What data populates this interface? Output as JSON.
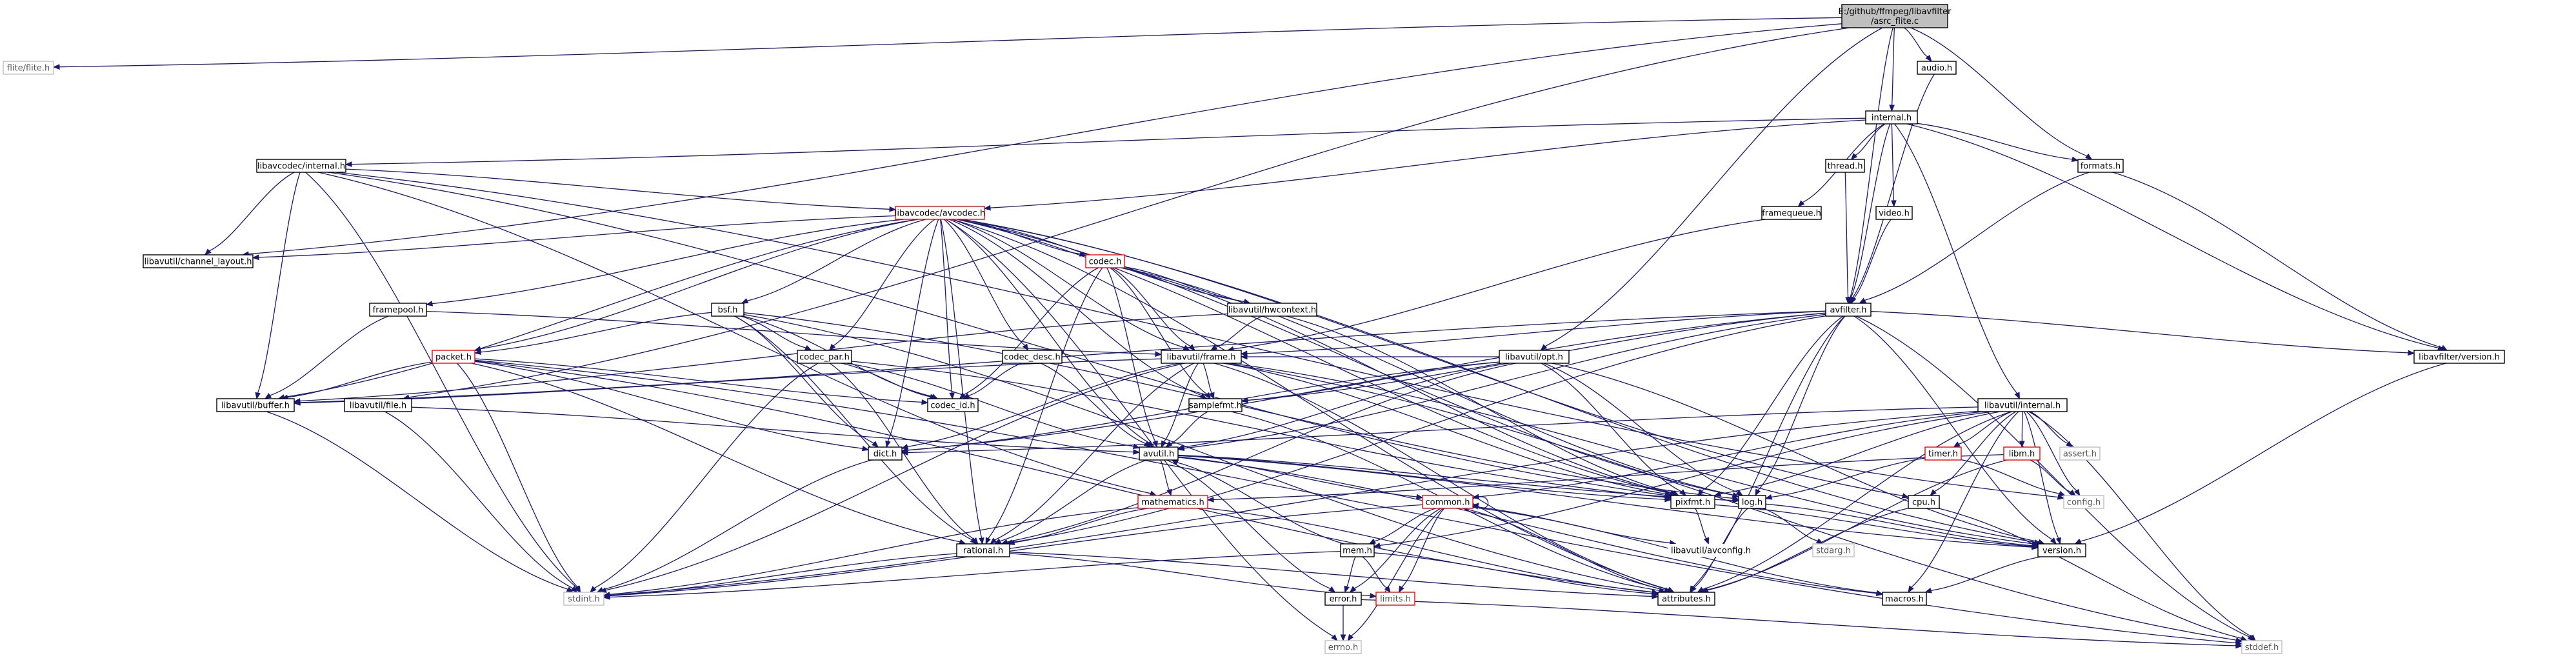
{
  "diagram": {
    "type": "include-dependency-graph",
    "colors": {
      "edge": "#191970",
      "node_border": "#000000",
      "node_border_truncated": "#ff0000",
      "node_border_external": "#bfbfbf",
      "root_fill": "#bfbfbf",
      "node_fill": "#ffffff",
      "label_text": "#000000",
      "external_text": "#555555"
    },
    "nodes": [
      {
        "id": "root",
        "label": "E:/github/ffmpeg/libavfilter\n/asrc_flite.c",
        "style": "root"
      },
      {
        "id": "flite",
        "label": "flite/flite.h",
        "style": "external"
      },
      {
        "id": "audio",
        "label": "audio.h",
        "style": "normal"
      },
      {
        "id": "internal",
        "label": "internal.h",
        "style": "normal"
      },
      {
        "id": "lc_internal",
        "label": "libavcodec/internal.h",
        "style": "normal"
      },
      {
        "id": "formats",
        "label": "formats.h",
        "style": "normal"
      },
      {
        "id": "thread",
        "label": "thread.h",
        "style": "normal"
      },
      {
        "id": "avcodec",
        "label": "libavcodec/avcodec.h",
        "style": "truncated"
      },
      {
        "id": "framequeue",
        "label": "framequeue.h",
        "style": "normal"
      },
      {
        "id": "video",
        "label": "video.h",
        "style": "normal"
      },
      {
        "id": "chlayout",
        "label": "libavutil/channel_layout.h",
        "style": "normal"
      },
      {
        "id": "codec",
        "label": "codec.h",
        "style": "truncated"
      },
      {
        "id": "framepool",
        "label": "framepool.h",
        "style": "normal"
      },
      {
        "id": "bsf",
        "label": "bsf.h",
        "style": "normal"
      },
      {
        "id": "hwcontext",
        "label": "libavutil/hwcontext.h",
        "style": "normal"
      },
      {
        "id": "avfilter",
        "label": "avfilter.h",
        "style": "normal"
      },
      {
        "id": "packet",
        "label": "packet.h",
        "style": "truncated"
      },
      {
        "id": "codec_par",
        "label": "codec_par.h",
        "style": "normal"
      },
      {
        "id": "codec_desc",
        "label": "codec_desc.h",
        "style": "normal"
      },
      {
        "id": "frame",
        "label": "libavutil/frame.h",
        "style": "normal"
      },
      {
        "id": "opt",
        "label": "libavutil/opt.h",
        "style": "normal"
      },
      {
        "id": "lavfi_version",
        "label": "libavfilter/version.h",
        "style": "normal"
      },
      {
        "id": "buffer",
        "label": "libavutil/buffer.h",
        "style": "normal"
      },
      {
        "id": "file",
        "label": "libavutil/file.h",
        "style": "normal"
      },
      {
        "id": "codec_id",
        "label": "codec_id.h",
        "style": "normal"
      },
      {
        "id": "samplefmt",
        "label": "samplefmt.h",
        "style": "normal"
      },
      {
        "id": "lu_internal",
        "label": "libavutil/internal.h",
        "style": "normal"
      },
      {
        "id": "dict",
        "label": "dict.h",
        "style": "normal"
      },
      {
        "id": "avutil",
        "label": "avutil.h",
        "style": "normal"
      },
      {
        "id": "timer",
        "label": "timer.h",
        "style": "truncated"
      },
      {
        "id": "libm",
        "label": "libm.h",
        "style": "truncated"
      },
      {
        "id": "assert",
        "label": "assert.h",
        "style": "external"
      },
      {
        "id": "config",
        "label": "config.h",
        "style": "external"
      },
      {
        "id": "mathematics",
        "label": "mathematics.h",
        "style": "truncated"
      },
      {
        "id": "common",
        "label": "common.h",
        "style": "truncated"
      },
      {
        "id": "pixfmt",
        "label": "pixfmt.h",
        "style": "normal"
      },
      {
        "id": "log",
        "label": "log.h",
        "style": "normal"
      },
      {
        "id": "cpu",
        "label": "cpu.h",
        "style": "normal"
      },
      {
        "id": "rational",
        "label": "rational.h",
        "style": "normal"
      },
      {
        "id": "mem",
        "label": "mem.h",
        "style": "normal"
      },
      {
        "id": "avconfig",
        "label": "libavutil/avconfig.h",
        "style": "plain"
      },
      {
        "id": "stdarg",
        "label": "stdarg.h",
        "style": "external"
      },
      {
        "id": "lu_version",
        "label": "version.h",
        "style": "normal"
      },
      {
        "id": "stdint",
        "label": "stdint.h",
        "style": "external"
      },
      {
        "id": "error",
        "label": "error.h",
        "style": "normal"
      },
      {
        "id": "limits",
        "label": "limits.h",
        "style": "external_red"
      },
      {
        "id": "attributes",
        "label": "attributes.h",
        "style": "normal"
      },
      {
        "id": "macros",
        "label": "macros.h",
        "style": "normal"
      },
      {
        "id": "errno",
        "label": "errno.h",
        "style": "external"
      },
      {
        "id": "stddef",
        "label": "stddef.h",
        "style": "external"
      }
    ],
    "edges": [
      [
        "root",
        "flite"
      ],
      [
        "root",
        "audio"
      ],
      [
        "root",
        "internal"
      ],
      [
        "root",
        "formats"
      ],
      [
        "root",
        "chlayout"
      ],
      [
        "root",
        "avfilter"
      ],
      [
        "root",
        "opt"
      ],
      [
        "root",
        "file"
      ],
      [
        "audio",
        "avfilter"
      ],
      [
        "internal",
        "lc_internal"
      ],
      [
        "internal",
        "formats"
      ],
      [
        "internal",
        "thread"
      ],
      [
        "internal",
        "avcodec"
      ],
      [
        "internal",
        "framequeue"
      ],
      [
        "internal",
        "video"
      ],
      [
        "internal",
        "avfilter"
      ],
      [
        "internal",
        "lavfi_version"
      ],
      [
        "internal",
        "lu_internal"
      ],
      [
        "lc_internal",
        "avcodec"
      ],
      [
        "lc_internal",
        "chlayout"
      ],
      [
        "lc_internal",
        "buffer"
      ],
      [
        "lc_internal",
        "pixfmt"
      ],
      [
        "lc_internal",
        "stdint"
      ],
      [
        "lc_internal",
        "config"
      ],
      [
        "lc_internal",
        "mathematics"
      ],
      [
        "formats",
        "avfilter"
      ],
      [
        "formats",
        "lavfi_version"
      ],
      [
        "thread",
        "avfilter"
      ],
      [
        "video",
        "avfilter"
      ],
      [
        "framequeue",
        "frame"
      ],
      [
        "avcodec",
        "codec"
      ],
      [
        "avcodec",
        "bsf"
      ],
      [
        "avcodec",
        "hwcontext"
      ],
      [
        "avcodec",
        "packet"
      ],
      [
        "avcodec",
        "codec_par"
      ],
      [
        "avcodec",
        "codec_desc"
      ],
      [
        "avcodec",
        "frame"
      ],
      [
        "avcodec",
        "chlayout"
      ],
      [
        "avcodec",
        "buffer"
      ],
      [
        "avcodec",
        "codec_id"
      ],
      [
        "avcodec",
        "samplefmt"
      ],
      [
        "avcodec",
        "dict"
      ],
      [
        "avcodec",
        "avutil"
      ],
      [
        "avcodec",
        "pixfmt"
      ],
      [
        "avcodec",
        "log"
      ],
      [
        "avcodec",
        "cpu"
      ],
      [
        "avcodec",
        "rational"
      ],
      [
        "avcodec",
        "attributes"
      ],
      [
        "avcodec",
        "lu_version"
      ],
      [
        "avcodec",
        "errno"
      ],
      [
        "avcodec",
        "framepool"
      ],
      [
        "codec",
        "codec_id"
      ],
      [
        "codec",
        "hwcontext"
      ],
      [
        "codec",
        "frame"
      ],
      [
        "codec",
        "samplefmt"
      ],
      [
        "codec",
        "avutil"
      ],
      [
        "codec",
        "log"
      ],
      [
        "codec",
        "pixfmt"
      ],
      [
        "codec",
        "rational"
      ],
      [
        "framepool",
        "buffer"
      ],
      [
        "framepool",
        "frame"
      ],
      [
        "bsf",
        "packet"
      ],
      [
        "bsf",
        "codec_par"
      ],
      [
        "bsf",
        "codec_id"
      ],
      [
        "bsf",
        "dict"
      ],
      [
        "bsf",
        "log"
      ],
      [
        "bsf",
        "rational"
      ],
      [
        "bsf",
        "attributes"
      ],
      [
        "hwcontext",
        "frame"
      ],
      [
        "hwcontext",
        "buffer"
      ],
      [
        "hwcontext",
        "pixfmt"
      ],
      [
        "avfilter",
        "frame"
      ],
      [
        "avfilter",
        "buffer"
      ],
      [
        "avfilter",
        "dict"
      ],
      [
        "avfilter",
        "samplefmt"
      ],
      [
        "avfilter",
        "avutil"
      ],
      [
        "avfilter",
        "log"
      ],
      [
        "avfilter",
        "pixfmt"
      ],
      [
        "avfilter",
        "rational"
      ],
      [
        "avfilter",
        "lavfi_version"
      ],
      [
        "avfilter",
        "attributes"
      ],
      [
        "avfilter",
        "stddef"
      ],
      [
        "avfilter",
        "lu_version"
      ],
      [
        "packet",
        "buffer"
      ],
      [
        "packet",
        "dict"
      ],
      [
        "packet",
        "codec_id"
      ],
      [
        "packet",
        "rational"
      ],
      [
        "packet",
        "stdint"
      ],
      [
        "packet",
        "attributes"
      ],
      [
        "packet",
        "stddef"
      ],
      [
        "codec_par",
        "codec_id"
      ],
      [
        "codec_par",
        "avutil"
      ],
      [
        "codec_par",
        "rational"
      ],
      [
        "codec_par",
        "pixfmt"
      ],
      [
        "codec_par",
        "stdint"
      ],
      [
        "codec_desc",
        "codec_id"
      ],
      [
        "codec_desc",
        "avutil"
      ],
      [
        "frame",
        "buffer"
      ],
      [
        "frame",
        "dict"
      ],
      [
        "frame",
        "avutil"
      ],
      [
        "frame",
        "samplefmt"
      ],
      [
        "frame",
        "pixfmt"
      ],
      [
        "frame",
        "rational"
      ],
      [
        "frame",
        "stdint"
      ],
      [
        "frame",
        "lu_version"
      ],
      [
        "frame",
        "attributes"
      ],
      [
        "frame",
        "stddef"
      ],
      [
        "opt",
        "frame"
      ],
      [
        "opt",
        "dict"
      ],
      [
        "opt",
        "avutil"
      ],
      [
        "opt",
        "rational"
      ],
      [
        "opt",
        "log"
      ],
      [
        "opt",
        "pixfmt"
      ],
      [
        "opt",
        "samplefmt"
      ],
      [
        "opt",
        "lu_version"
      ],
      [
        "lavfi_version",
        "lu_version"
      ],
      [
        "buffer",
        "stdint"
      ],
      [
        "file",
        "stdint"
      ],
      [
        "file",
        "avutil"
      ],
      [
        "samplefmt",
        "avutil"
      ],
      [
        "samplefmt",
        "attributes"
      ],
      [
        "lu_internal",
        "timer"
      ],
      [
        "lu_internal",
        "libm"
      ],
      [
        "lu_internal",
        "assert"
      ],
      [
        "lu_internal",
        "config"
      ],
      [
        "lu_internal",
        "cpu"
      ],
      [
        "lu_internal",
        "dict"
      ],
      [
        "lu_internal",
        "pixfmt"
      ],
      [
        "lu_internal",
        "lu_version"
      ],
      [
        "lu_internal",
        "attributes"
      ],
      [
        "lu_internal",
        "macros"
      ],
      [
        "lu_internal",
        "stddef"
      ],
      [
        "lu_internal",
        "stdint"
      ],
      [
        "lu_internal",
        "common"
      ],
      [
        "lu_internal",
        "mem"
      ],
      [
        "dict",
        "stdint"
      ],
      [
        "avutil",
        "common"
      ],
      [
        "avutil",
        "error"
      ],
      [
        "avutil",
        "rational"
      ],
      [
        "avutil",
        "lu_version"
      ],
      [
        "avutil",
        "macros"
      ],
      [
        "avutil",
        "mathematics"
      ],
      [
        "avutil",
        "log"
      ],
      [
        "avutil",
        "pixfmt"
      ],
      [
        "timer",
        "log"
      ],
      [
        "timer",
        "config"
      ],
      [
        "libm",
        "config"
      ],
      [
        "libm",
        "attributes"
      ],
      [
        "libm",
        "mathematics"
      ],
      [
        "mathematics",
        "rational"
      ],
      [
        "mathematics",
        "stdint"
      ],
      [
        "mathematics",
        "attributes"
      ],
      [
        "common",
        "common"
      ],
      [
        "common",
        "attributes"
      ],
      [
        "common",
        "macros"
      ],
      [
        "common",
        "mem"
      ],
      [
        "common",
        "error"
      ],
      [
        "common",
        "limits"
      ],
      [
        "common",
        "stdint"
      ],
      [
        "common",
        "errno"
      ],
      [
        "common",
        "avconfig"
      ],
      [
        "pixfmt",
        "avconfig"
      ],
      [
        "pixfmt",
        "lu_version"
      ],
      [
        "log",
        "stdarg"
      ],
      [
        "log",
        "attributes"
      ],
      [
        "log",
        "lu_version"
      ],
      [
        "cpu",
        "attributes"
      ],
      [
        "cpu",
        "stddef"
      ],
      [
        "rational",
        "stdint"
      ],
      [
        "rational",
        "limits"
      ],
      [
        "rational",
        "attributes"
      ],
      [
        "mem",
        "attributes"
      ],
      [
        "mem",
        "error"
      ],
      [
        "mem",
        "avutil"
      ],
      [
        "mem",
        "limits"
      ],
      [
        "mem",
        "stdint"
      ],
      [
        "error",
        "errno"
      ],
      [
        "error",
        "stddef"
      ],
      [
        "lu_version",
        "macros"
      ]
    ]
  }
}
